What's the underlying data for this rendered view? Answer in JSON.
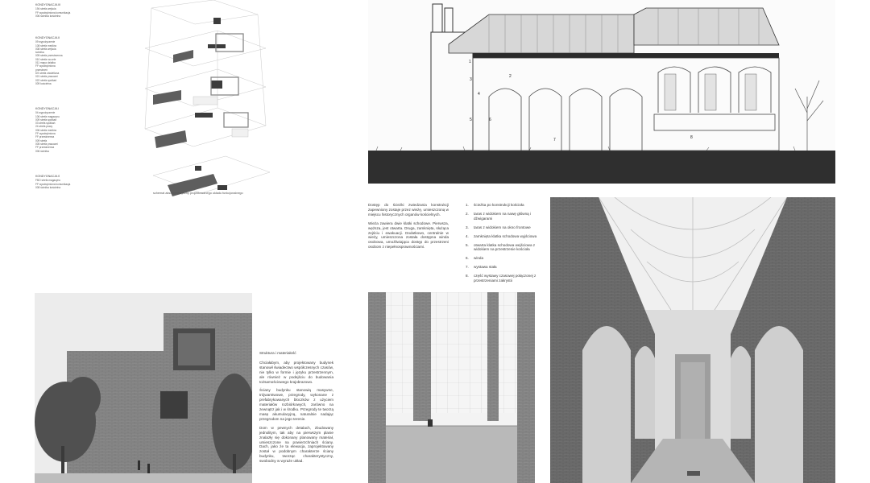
{
  "legend": {
    "groups": [
      {
        "title": "KONDYGNACJA III",
        "items": [
          "194 strefa wejścia",
          "FF wyodrębniona komunikacja",
          "006 ścieżka kościelna"
        ]
      },
      {
        "title": "KONDYGNACJA II",
        "items": [
          "09 wypożyczenie",
          "108 strefa mediów",
          "008 strefa wejścia",
          "ścieżka",
          "009 strefa przestrzenna",
          "010 strefa na cele",
          "011 mapa działka",
          "FF wyodrębniona",
          "przestrzeń",
          "DS strefa oświetlona",
          "021 strefa pracowni",
          "022 strefa spotkań",
          "009 kościelna"
        ]
      },
      {
        "title": "KONDYGNACJA I",
        "items": [
          "04 wypożyczenie",
          "106 strefa magazynu",
          "009 strefa spotkań",
          "03 strefa spotkań",
          "24 strefa pracy",
          "006 strefa mediów",
          "FF wyodrębniona",
          "FF przestrzenna",
          "009 strefa",
          "005 strefa pracowni",
          "FF przestrzenna",
          "006 ścieżka"
        ]
      },
      {
        "title": "KONDYGNACJA 0",
        "items": [
          "FBO strefa magazynu",
          "FF wyodrębniona komunikacja",
          "008 ścieżka kościelna"
        ]
      }
    ]
  },
  "axon_caption": "schemat aksonometryczny projektowanego układu funkcjonalnego",
  "section_labels": [
    "1",
    "2",
    "3",
    "4",
    "5",
    "6",
    "7",
    "8"
  ],
  "access_text": [
    "Dostęp do ścieżki zwiedzania konstrukcji zapewniony zostaje przez wieżę, umieszczoną w miejscu historycznych organów kościelnych.",
    "Wieża zawiera dwie klatki schodowe. Pierwsza, węższa, jest otwarta. Druga, zamknięta, służąca zejściu i ewakuacji. Dodatkowo, centralnie w wieży, umieszczona została dostępna winda osobowa, umożliwiająca dostęp do przestrzeni osobom z niepełnosprawnościami."
  ],
  "numbered_list": [
    {
      "n": "1.",
      "text": "ścieżka po konstrukcji kościoła"
    },
    {
      "n": "2.",
      "text": "taras z widokiem na nawę główną i dźwigarami"
    },
    {
      "n": "3.",
      "text": "taras z widokiem na okno frontowe"
    },
    {
      "n": "4.",
      "text": "zamknięta klatka schodowa wyjściowa"
    },
    {
      "n": "5.",
      "text": "otwarta klatka schodowa wejściowa z widokiem na przestrzenie kościoła"
    },
    {
      "n": "6.",
      "text": "winda"
    },
    {
      "n": "7.",
      "text": "wystawa stała"
    },
    {
      "n": "8.",
      "text": "część wystawy czasowej połączonej z przestrzeniami zakrystii"
    }
  ],
  "structure_heading": "Struktura i materiałość",
  "structure_text": [
    "Chciałabym, aby projektowany budynek stanowił świadectwo współczesnych czasów, nie tylko w formie i języku przestrzennym, ale również w podejściu do budowania tożsamościowego krajobrazowo.",
    "Ściany budynku stanowią masywne, trójwarstwowe, przegrody, wykonane z prefabrykowanych bloczków z użyciem materiałów rozbiórkowych, zarówno na zewnątrz jak i w środku. Przegrody te tworzą masę akumulacyjną, naturalnie nadając przegrodom na jego terenie.",
    "Dom w pewnych detalach, zbudowany jednolitym, tak aby na pierwszym planie znalazły się dokonany planowany materiał, umieszczone na powierzchniach ściany. Dach, jako że ta elewacja, zaprojektowany został w podobnym charakterze ściany budynku, tworząc charakterystyczny, swobodny w wyraże układ."
  ],
  "colors": {
    "brick": "#7f7f7f",
    "brick_dark": "#4f4f4f",
    "sky": "#e9e9e9",
    "ground": "#2f2f2f",
    "wall_white": "#f2f2f2"
  }
}
